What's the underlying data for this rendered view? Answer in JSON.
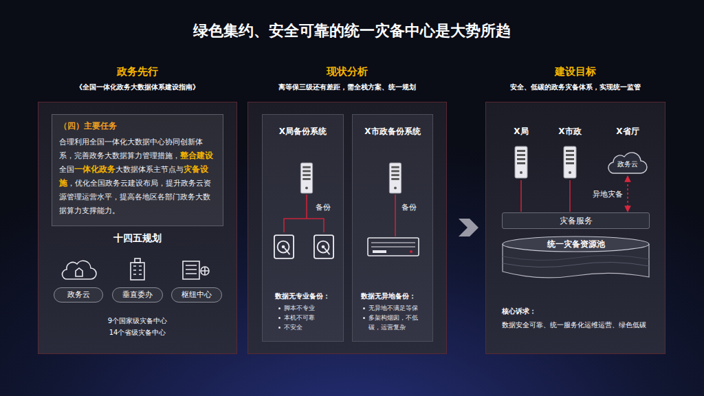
{
  "diagram": {
    "title": "绿色集约、安全可靠的统一灾备中心是大势所趋",
    "nodes": [
      {
        "text": [
          "政务先行",
          "《全国一体化政务大数据体系建设指南》"
        ]
      },
      {
        "text": [
          "（四）主要任务",
          "合理利用全国一体化大数据中心协同创新体系，完善政务大数据算力管理措施，",
          "整合建设",
          "全国",
          "一体化政务",
          "大数据体系主节点与",
          "灾备设施",
          "，优化全国政务云建设布局，提升政务云资源管理运营水平，提高各地区各部门政务大数据算力支撑能力。"
        ],
        "in": 0
      },
      {
        "text": [
          "政务云"
        ],
        "in": 0
      },
      {
        "text": [
          "垂直委办"
        ],
        "in": 0
      },
      {
        "text": [
          "枢纽中心"
        ],
        "in": 0
      },
      {
        "text": [
          "现状分析",
          "离等保三级还有差距，需全栈方案、统一规划"
        ]
      },
      {
        "text": [
          "X局备份系统",
          "备份",
          "数据无专业备份：",
          "脚本不专业",
          "本机不可靠",
          "不安全"
        ],
        "in": 5
      },
      {
        "text": [
          "X市政备份系统",
          "备份",
          "数据无异地备份：",
          "无异地不满足等保",
          "多架构烟囱，不低碳，运营复杂"
        ],
        "in": 5
      },
      {
        "text": [
          "建设目标",
          "安全、低碳的政务灾备体系，实现统一监管",
          "核心诉求：",
          "数据安全可靠、统一服务化运维运营、绿色低碳"
        ]
      },
      {
        "text": [
          "政务云"
        ],
        "in": 8
      },
      {
        "text": [
          "灾备服务"
        ],
        "in": 8
      },
      {
        "text": [
          "统一灾备资源池"
        ],
        "in": 8
      }
    ],
    "edges": [
      {
        "from": 9,
        "to": 10,
        "arrow": "both",
        "label": "异地灾备"
      }
    ],
    "labels": [
      "十四五规划",
      "9个国家级灾备中心",
      "14个省级灾备中心",
      "X局",
      "X市政",
      "X省厅"
    ]
  }
}
